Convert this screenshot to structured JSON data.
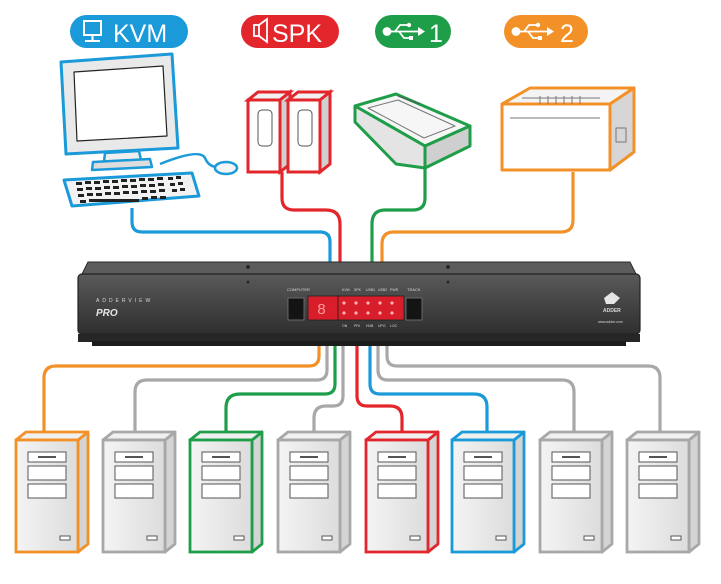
{
  "labels": {
    "kvm": {
      "text": "KVM",
      "color": "#1a9ad9",
      "icon": "monitor-icon"
    },
    "spk": {
      "text": "SPK",
      "color": "#e3262b",
      "icon": "speaker-icon"
    },
    "usb1": {
      "text": "1",
      "color": "#1f9e4a",
      "icon": "usb-icon"
    },
    "usb2": {
      "text": "2",
      "color": "#f39129",
      "icon": "usb-icon"
    }
  },
  "switch": {
    "brand": "ADDERVIEW",
    "model": "PRO",
    "logo_text": "ADDER",
    "website": "www.adder.com",
    "left_button_label": "COMPUTER",
    "right_button_label": "TRACK",
    "display_digit": "8",
    "indicator_labels_top": [
      "KVM",
      "SPK",
      "USB1",
      "USB2",
      "PWR"
    ],
    "indicator_labels_bottom": [
      "ON",
      "PRI",
      "HUB",
      "UPG",
      "LOC"
    ]
  },
  "colors": {
    "kvm": "#1a9ad9",
    "spk": "#e3262b",
    "usb1": "#1f9e4a",
    "usb2": "#f39129",
    "neutral": "#a8a8a8",
    "switch_body": "#4a4a4a"
  },
  "computers": [
    {
      "color": "#f39129"
    },
    {
      "color": "#a8a8a8"
    },
    {
      "color": "#1f9e4a"
    },
    {
      "color": "#a8a8a8"
    },
    {
      "color": "#e3262b"
    },
    {
      "color": "#1a9ad9"
    },
    {
      "color": "#a8a8a8"
    },
    {
      "color": "#a8a8a8"
    }
  ]
}
